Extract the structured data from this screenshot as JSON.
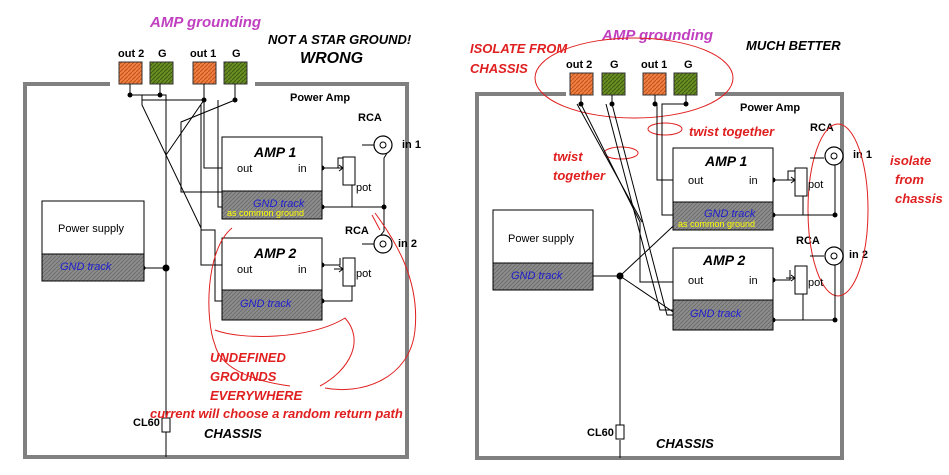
{
  "colors": {
    "chassis_border": "#808080",
    "gnd_track_fill": "#808080",
    "out_terminal": "#f08040",
    "gnd_terminal": "#6b8e23",
    "annotation_red": "#e02020",
    "title_purple": "#c040c0",
    "gnd_text_blue": "#2020d0",
    "common_text_yellow": "#ffff00"
  },
  "left": {
    "title": "AMP grounding",
    "note1": "NOT A STAR GROUND!",
    "note2": "WRONG",
    "terminals": [
      "out 2",
      "G",
      "out 1",
      "G"
    ],
    "power_amp": "Power Amp",
    "rca": "RCA",
    "rca2": "RCA",
    "in1": "in 1",
    "in2": "in 2",
    "amp1": "AMP 1",
    "amp2": "AMP 2",
    "out": "out",
    "in": "in",
    "pot": "pot",
    "gnd_track": "GND track",
    "common_ground": "as common ground",
    "power_supply": "Power supply",
    "psu_gnd": "GND track",
    "cl60": "CL60",
    "chassis": "CHASSIS",
    "undefined": [
      "UNDEFINED",
      "GROUNDS",
      "EVERYWHERE"
    ],
    "random_path": "current will choose a random return path"
  },
  "right": {
    "title": "AMP grounding",
    "isolate": [
      "ISOLATE FROM",
      "CHASSIS"
    ],
    "better": "MUCH BETTER",
    "terminals": [
      "out 2",
      "G",
      "out 1",
      "G"
    ],
    "power_amp": "Power Amp",
    "twist1": "twist together",
    "twist2": [
      "twist",
      "together"
    ],
    "rca": "RCA",
    "rca2": "RCA",
    "in1": "in 1",
    "in2": "in 2",
    "isolate_chassis": [
      "isolate",
      "from",
      "chassis"
    ],
    "amp1": "AMP 1",
    "amp2": "AMP 2",
    "out": "out",
    "in": "in",
    "pot": "pot",
    "gnd_track": "GND track",
    "common_ground": "as common ground",
    "power_supply": "Power supply",
    "psu_gnd": "GND track",
    "cl60": "CL60",
    "chassis": "CHASSIS"
  }
}
